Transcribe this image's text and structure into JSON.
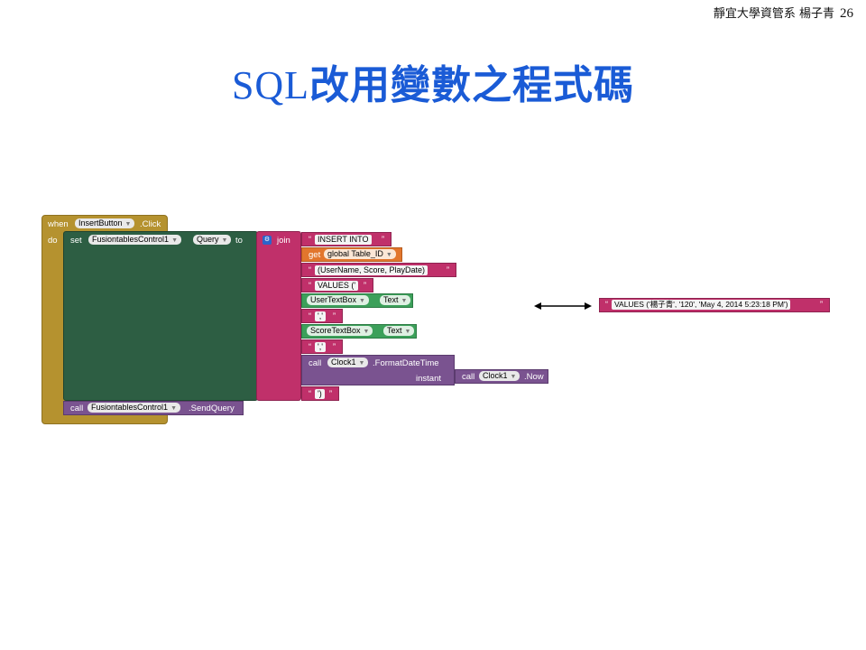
{
  "header": {
    "text": "靜宜大學資管系 楊子青",
    "page": "26"
  },
  "title": {
    "prefix": "SQL",
    "rest": "改用變數之程式碼"
  },
  "blocks": {
    "event": {
      "when": "when",
      "component": "InsertButton",
      "event": ".Click",
      "do": "do"
    },
    "setter": {
      "set": "set",
      "component": "FusiontablesControl1",
      "property": "Query",
      "to": "to"
    },
    "join": {
      "label": "join"
    },
    "strings": {
      "insert_into": "INSERT INTO",
      "columns": "(UserName, Score, PlayDate)",
      "values": "VALUES ('",
      "sep1": "','",
      "sep2": "','",
      "close": "')"
    },
    "get": {
      "get": "get",
      "var": "global Table_ID"
    },
    "user_text": {
      "component": "UserTextBox",
      "prop": "Text"
    },
    "score_text": {
      "component": "ScoreTextBox",
      "prop": "Text"
    },
    "format_call": {
      "call": "call",
      "component": "Clock1",
      "method": ".FormatDateTime",
      "instant": "instant"
    },
    "now_call": {
      "call": "call",
      "component": "Clock1",
      "method": ".Now"
    },
    "send": {
      "call": "call",
      "component": "FusiontablesControl1",
      "method": ".SendQuery"
    }
  },
  "result": {
    "text": "VALUES ('楊子青', '120', 'May 4, 2014 5:23:18 PM')"
  },
  "colors": {
    "event": "#b5922f",
    "setter": "#2d5e43",
    "text": "#c0306a",
    "procedure": "#7a5390",
    "variable": "#e2762d",
    "component": "#3ca05a",
    "title": "#1a5bd6"
  }
}
